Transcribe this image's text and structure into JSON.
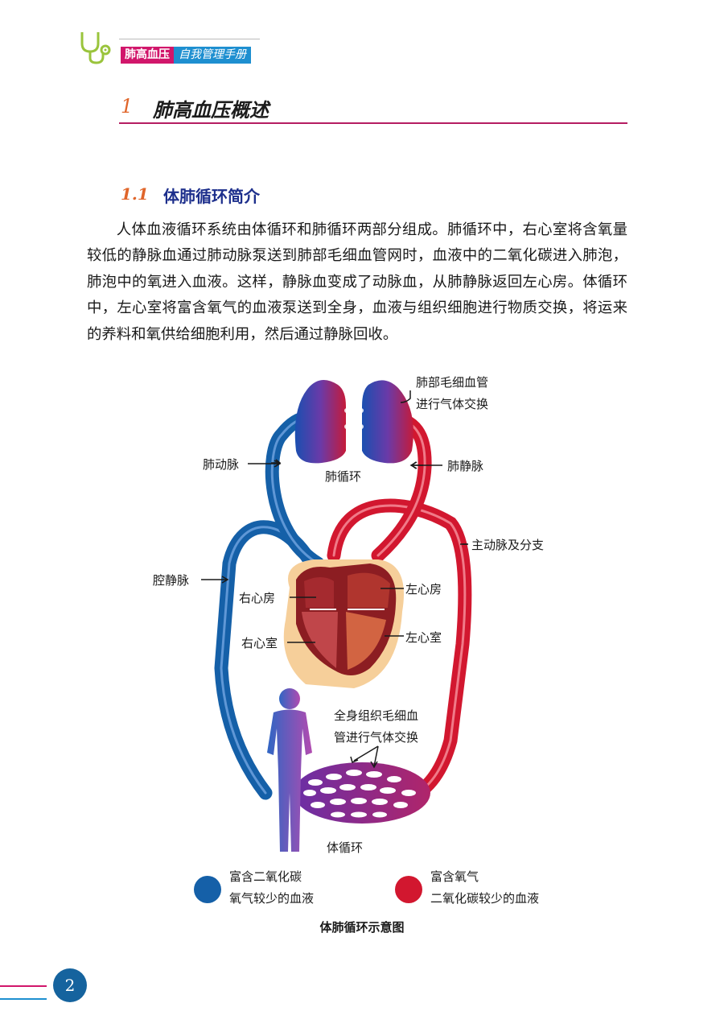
{
  "header": {
    "tag_primary": "肺高血压",
    "tag_secondary": "自我管理手册",
    "icon": "stethoscope-icon"
  },
  "chapter": {
    "number": "1",
    "title": "肺高血压概述"
  },
  "section": {
    "number": "1.1",
    "title": "体肺循环简介"
  },
  "body_text": "人体血液循环系统由体循环和肺循环两部分组成。肺循环中，右心室将含氧量较低的静脉血通过肺动脉泵送到肺部毛细血管网时，血液中的二氧化碳进入肺泡，肺泡中的氧进入血液。这样，静脉血变成了动脉血，从肺静脉返回左心房。体循环中，左心室将富含氧气的血液泵送到全身，血液与组织细胞进行物质交换，将运来的养料和氧供给细胞利用，然后通过静脉回收。",
  "figure": {
    "labels": {
      "lung_capillary_1": "肺部毛细血管",
      "lung_capillary_2": "进行气体交换",
      "pulmonary_artery": "肺动脉",
      "pulmonary_vein": "肺静脉",
      "pulmonary_circulation": "肺循环",
      "aorta": "主动脉及分支",
      "vena_cava": "腔静脉",
      "right_atrium": "右心房",
      "left_atrium": "左心房",
      "right_ventricle": "右心室",
      "left_ventricle": "左心室",
      "tissue_capillary_1": "全身组织毛细血",
      "tissue_capillary_2": "管进行气体交换",
      "systemic_circulation": "体循环"
    },
    "legend": [
      {
        "line1": "富含二氧化碳",
        "line2": "氧气较少的血液",
        "color": "#1560a8"
      },
      {
        "line1": "富含氧气",
        "line2": "二氧化碳较少的血液",
        "color": "#d2172f"
      }
    ],
    "caption": "体肺循环示意图"
  },
  "page_number": "2",
  "colors": {
    "venous": "#1560a8",
    "arterial": "#d2172f",
    "accent_pink": "#d1166b",
    "accent_blue": "#1e8fd0"
  }
}
